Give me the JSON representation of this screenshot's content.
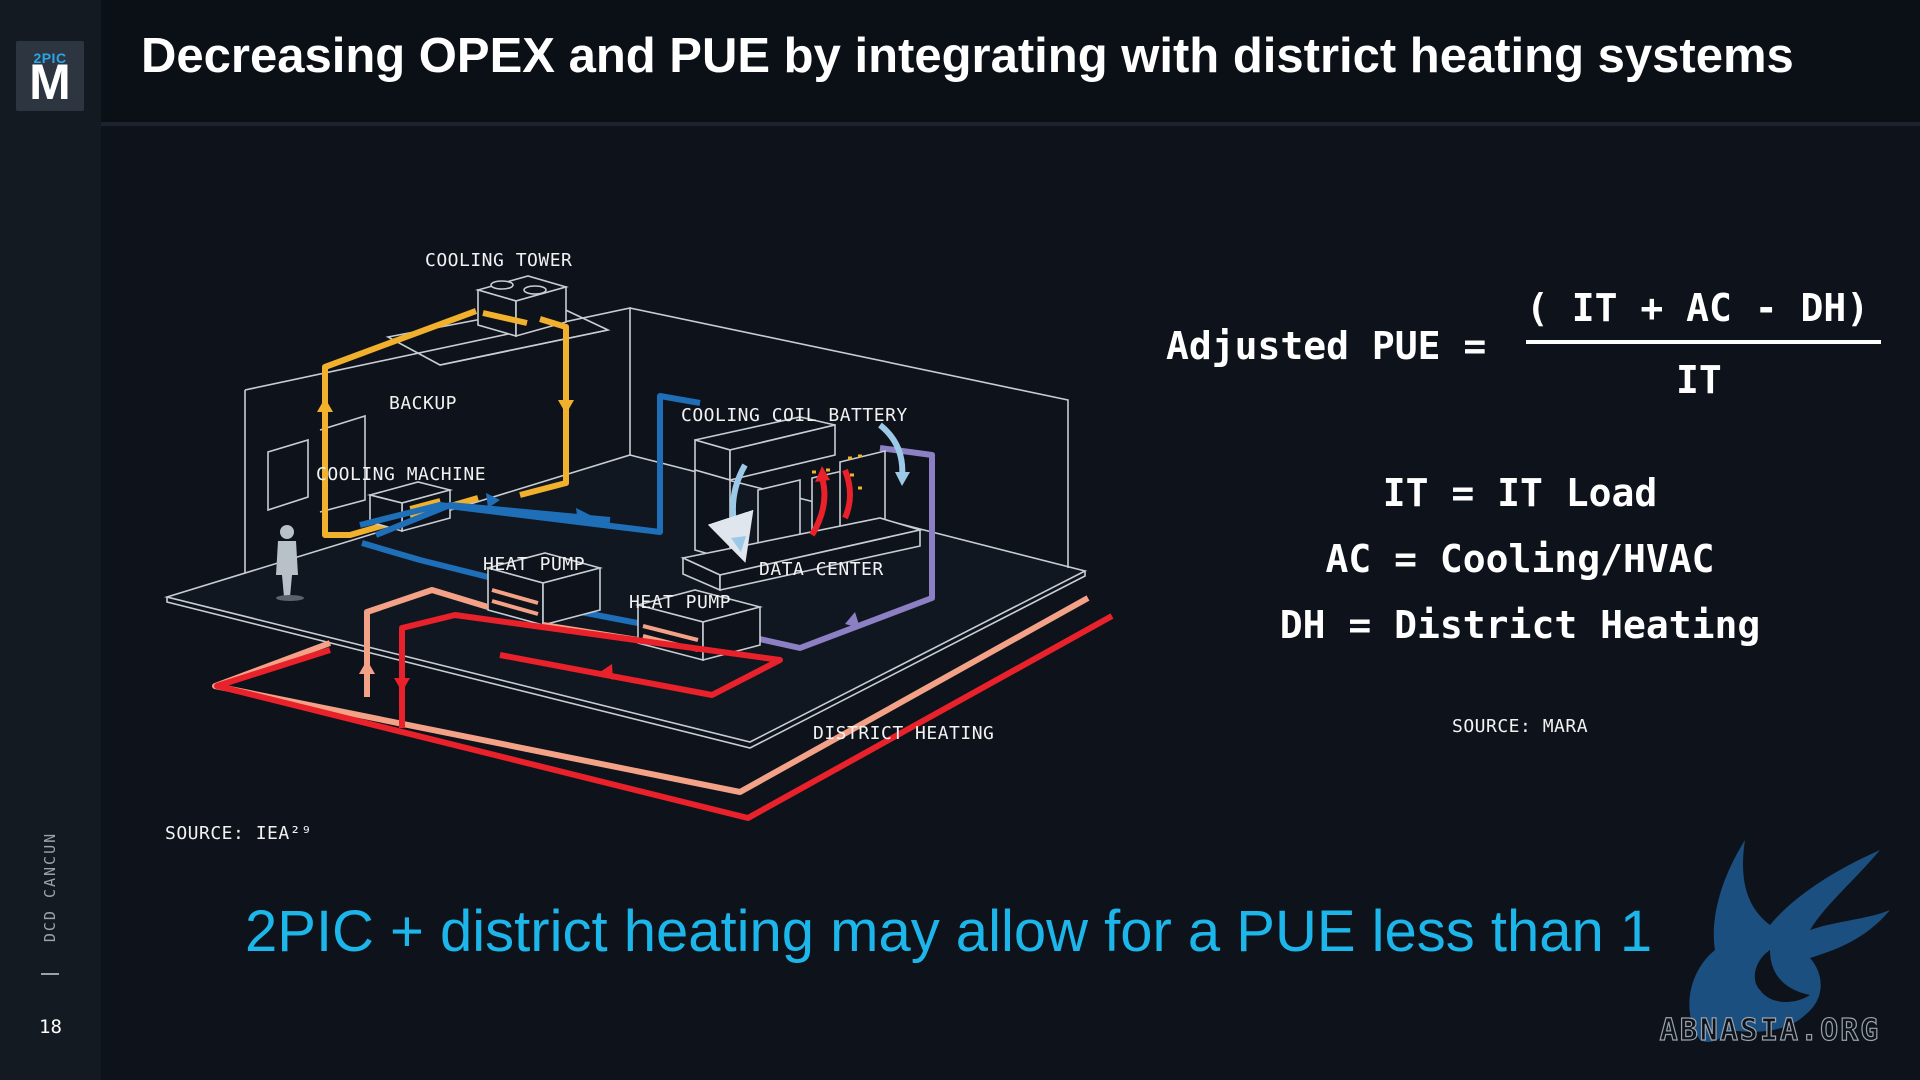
{
  "slide": {
    "title": "Decreasing OPEX and PUE by integrating with district heating systems",
    "page_number": "18",
    "event": "DCD CANCUN",
    "conclusion": "2PIC + district heating may allow for a PUE less than 1",
    "accent_color": "#1cb6ea"
  },
  "logo": {
    "small": "2PIC",
    "big": "M"
  },
  "diagram": {
    "labels": {
      "cooling_tower": "COOLING TOWER",
      "backup": "BACKUP",
      "cooling_machine": "COOLING MACHINE",
      "cooling_coil_battery": "COOLING COIL BATTERY",
      "heat_pump_1": "HEAT PUMP",
      "heat_pump_2": "HEAT PUMP",
      "data_center": "DATA CENTER",
      "district_heating": "DISTRICT HEATING"
    },
    "source": "SOURCE: IEA²⁹",
    "colors": {
      "yellow_loop": "#f2b12c",
      "blue_loop": "#1e6fb8",
      "purple_loop": "#8c7fc4",
      "pink_loop": "#f4a287",
      "red_loop": "#e8212b"
    }
  },
  "formula": {
    "lhs": "Adjusted PUE =",
    "numerator": "( IT + AC - DH)",
    "denominator": "IT",
    "definitions": [
      "IT = IT Load",
      "AC = Cooling/HVAC",
      "DH = District Heating"
    ],
    "source": "SOURCE: MARA"
  },
  "watermark": {
    "text": "ABNASIA.ORG",
    "icon": "griffin-icon"
  }
}
